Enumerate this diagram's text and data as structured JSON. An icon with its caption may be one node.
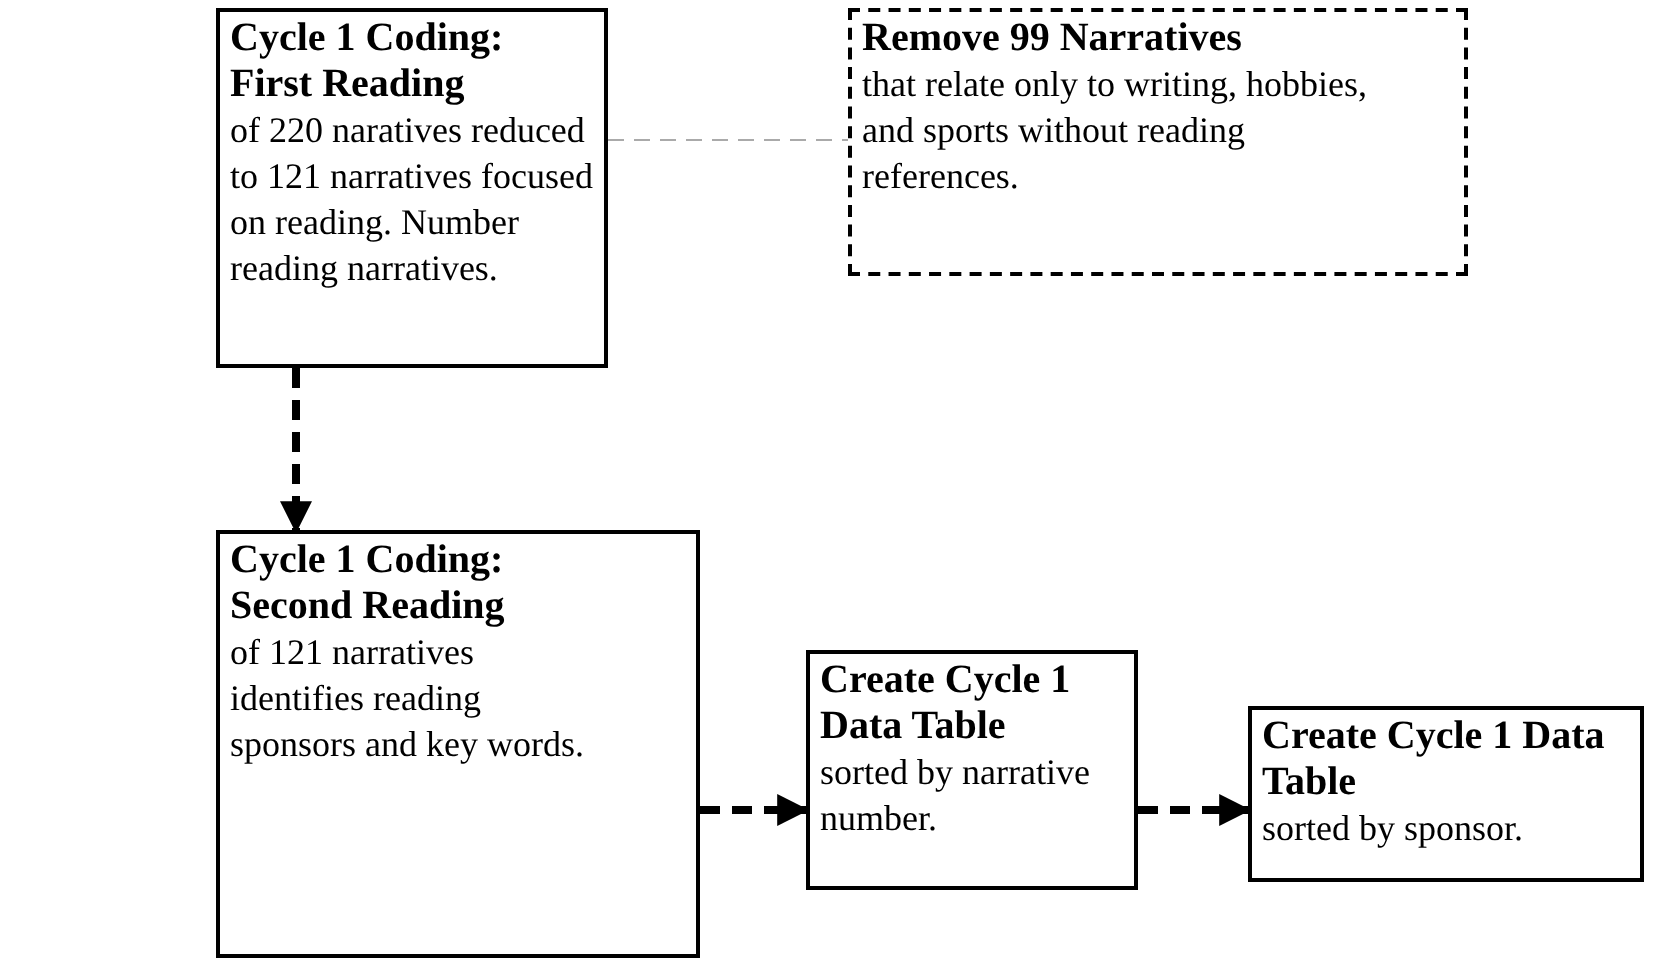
{
  "diagram": {
    "nodes": [
      {
        "text": [
          "Cycle 1 Coding: First Reading",
          "of 220 naratives reduced to 121 narratives focused on reading. Number reading narratives."
        ]
      },
      {
        "text": [
          "Remove 99 Narratives",
          "that relate only to writing, hobbies, and sports without reading references."
        ]
      },
      {
        "text": [
          "Cycle 1 Coding: Second Reading",
          "of 121 narratives identifies reading sponsors and key words."
        ]
      },
      {
        "text": [
          "Create Cycle 1 Data Table",
          "sorted by narrative number."
        ]
      },
      {
        "text": [
          "Create Cycle 1 Data Table",
          "sorted by sponsor."
        ]
      }
    ],
    "edges": [
      {
        "from": 0,
        "to": 1,
        "arrow": "none",
        "style": "dashed",
        "color": "#aaaaaa"
      },
      {
        "from": 0,
        "to": 2,
        "arrow": "to",
        "style": "dashed"
      },
      {
        "from": 2,
        "to": 3,
        "arrow": "to",
        "style": "dashed"
      },
      {
        "from": 3,
        "to": 4,
        "arrow": "to",
        "style": "dashed"
      }
    ]
  }
}
